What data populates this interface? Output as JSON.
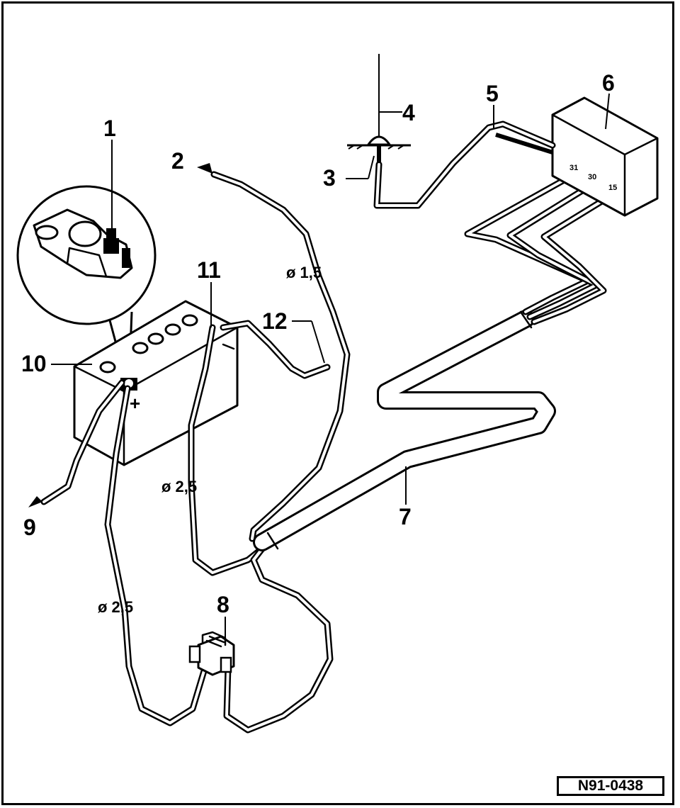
{
  "callouts": {
    "c1": "1",
    "c2": "2",
    "c3": "3",
    "c4": "4",
    "c5": "5",
    "c6": "6",
    "c7": "7",
    "c8": "8",
    "c9": "9",
    "c10": "10",
    "c11": "11",
    "c12": "12"
  },
  "wire_gauges": {
    "g1": "ø 1,5",
    "g2": "ø 2,5",
    "g3": "ø 2,5"
  },
  "terminals": {
    "t31": "31",
    "t30": "30",
    "t15": "15"
  },
  "battery_polarity": "+",
  "reference_code": "N91-0438"
}
